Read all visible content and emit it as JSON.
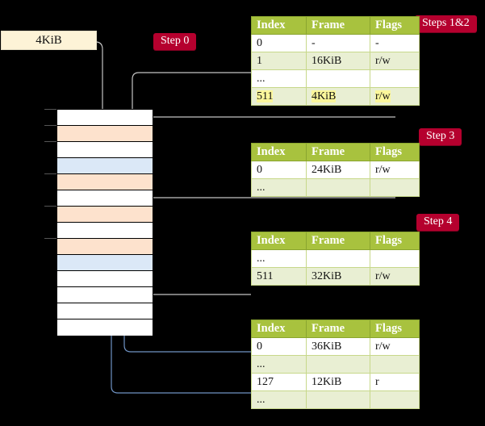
{
  "diagram": {
    "vaddr_label": "4KiB",
    "steps": [
      {
        "id": "step0",
        "label": "Step 0"
      },
      {
        "id": "step12",
        "label": "Steps 1&2"
      },
      {
        "id": "step3",
        "label": "Step 3"
      },
      {
        "id": "step4",
        "label": "Step 4"
      }
    ],
    "memory_column": {
      "rows": [
        {
          "fill": "white"
        },
        {
          "fill": "orange"
        },
        {
          "fill": "white"
        },
        {
          "fill": "blue"
        },
        {
          "fill": "orange"
        },
        {
          "fill": "white"
        },
        {
          "fill": "orange"
        },
        {
          "fill": "white"
        },
        {
          "fill": "orange"
        },
        {
          "fill": "blue"
        },
        {
          "fill": "white"
        },
        {
          "fill": "white"
        },
        {
          "fill": "white"
        },
        {
          "fill": "white"
        }
      ]
    },
    "tables": [
      {
        "name": "page-table-level-1",
        "headers": [
          "Index",
          "Frame",
          "Flags"
        ],
        "rows": [
          {
            "cells": [
              "0",
              "-",
              "-"
            ],
            "alt": false,
            "highlight": false
          },
          {
            "cells": [
              "1",
              "16KiB",
              "r/w"
            ],
            "alt": true,
            "highlight": false
          },
          {
            "cells": [
              "...",
              "",
              ""
            ],
            "alt": false,
            "highlight": false
          },
          {
            "cells": [
              "511",
              "4KiB",
              "r/w"
            ],
            "alt": true,
            "highlight": true
          }
        ]
      },
      {
        "name": "page-table-level-2",
        "headers": [
          "Index",
          "Frame",
          "Flags"
        ],
        "rows": [
          {
            "cells": [
              "0",
              "24KiB",
              "r/w"
            ],
            "alt": false,
            "highlight": false
          },
          {
            "cells": [
              "...",
              "",
              ""
            ],
            "alt": true,
            "highlight": false
          }
        ]
      },
      {
        "name": "page-table-level-3",
        "headers": [
          "Index",
          "Frame",
          "Flags"
        ],
        "rows": [
          {
            "cells": [
              "...",
              "",
              ""
            ],
            "alt": false,
            "highlight": false
          },
          {
            "cells": [
              "511",
              "32KiB",
              "r/w"
            ],
            "alt": true,
            "highlight": false
          }
        ]
      },
      {
        "name": "page-table-level-4",
        "headers": [
          "Index",
          "Frame",
          "Flags"
        ],
        "rows": [
          {
            "cells": [
              "0",
              "36KiB",
              "r/w"
            ],
            "alt": false,
            "highlight": false
          },
          {
            "cells": [
              "...",
              "",
              ""
            ],
            "alt": true,
            "highlight": false
          },
          {
            "cells": [
              "127",
              "12KiB",
              "r"
            ],
            "alt": false,
            "highlight": false
          },
          {
            "cells": [
              "...",
              "",
              ""
            ],
            "alt": true,
            "highlight": false
          }
        ]
      }
    ],
    "colors": {
      "header_green": "#a8c23e",
      "row_alt": "#e9efd3",
      "highlight_yellow": "#fbf79b",
      "badge_red": "#b5002e",
      "vaddr_cream": "#fdf3d7",
      "mem_orange": "#fde2cd",
      "mem_blue": "#dbe8f7",
      "arrow_gray": "#c8c8c8",
      "arrow_blue": "#6f93c4"
    }
  }
}
